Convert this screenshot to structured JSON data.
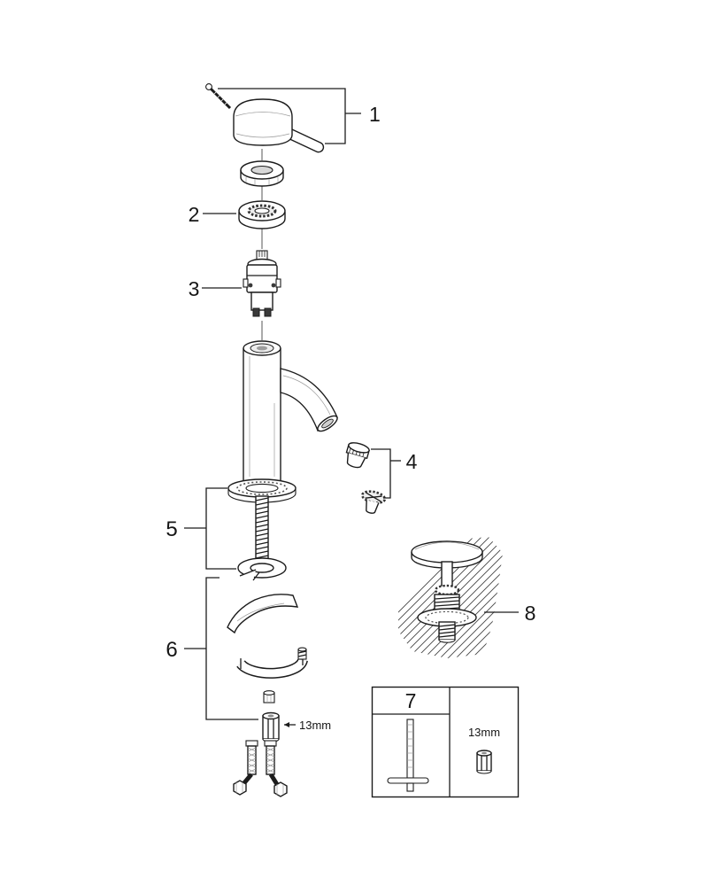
{
  "diagram": {
    "labels": {
      "part1": "1",
      "part2": "2",
      "part3": "3",
      "part4": "4",
      "part5": "5",
      "part6": "6",
      "part7": "7",
      "part8": "8"
    },
    "annotations": {
      "hex_size_inline": "13mm",
      "hex_size_box": "13mm"
    }
  }
}
